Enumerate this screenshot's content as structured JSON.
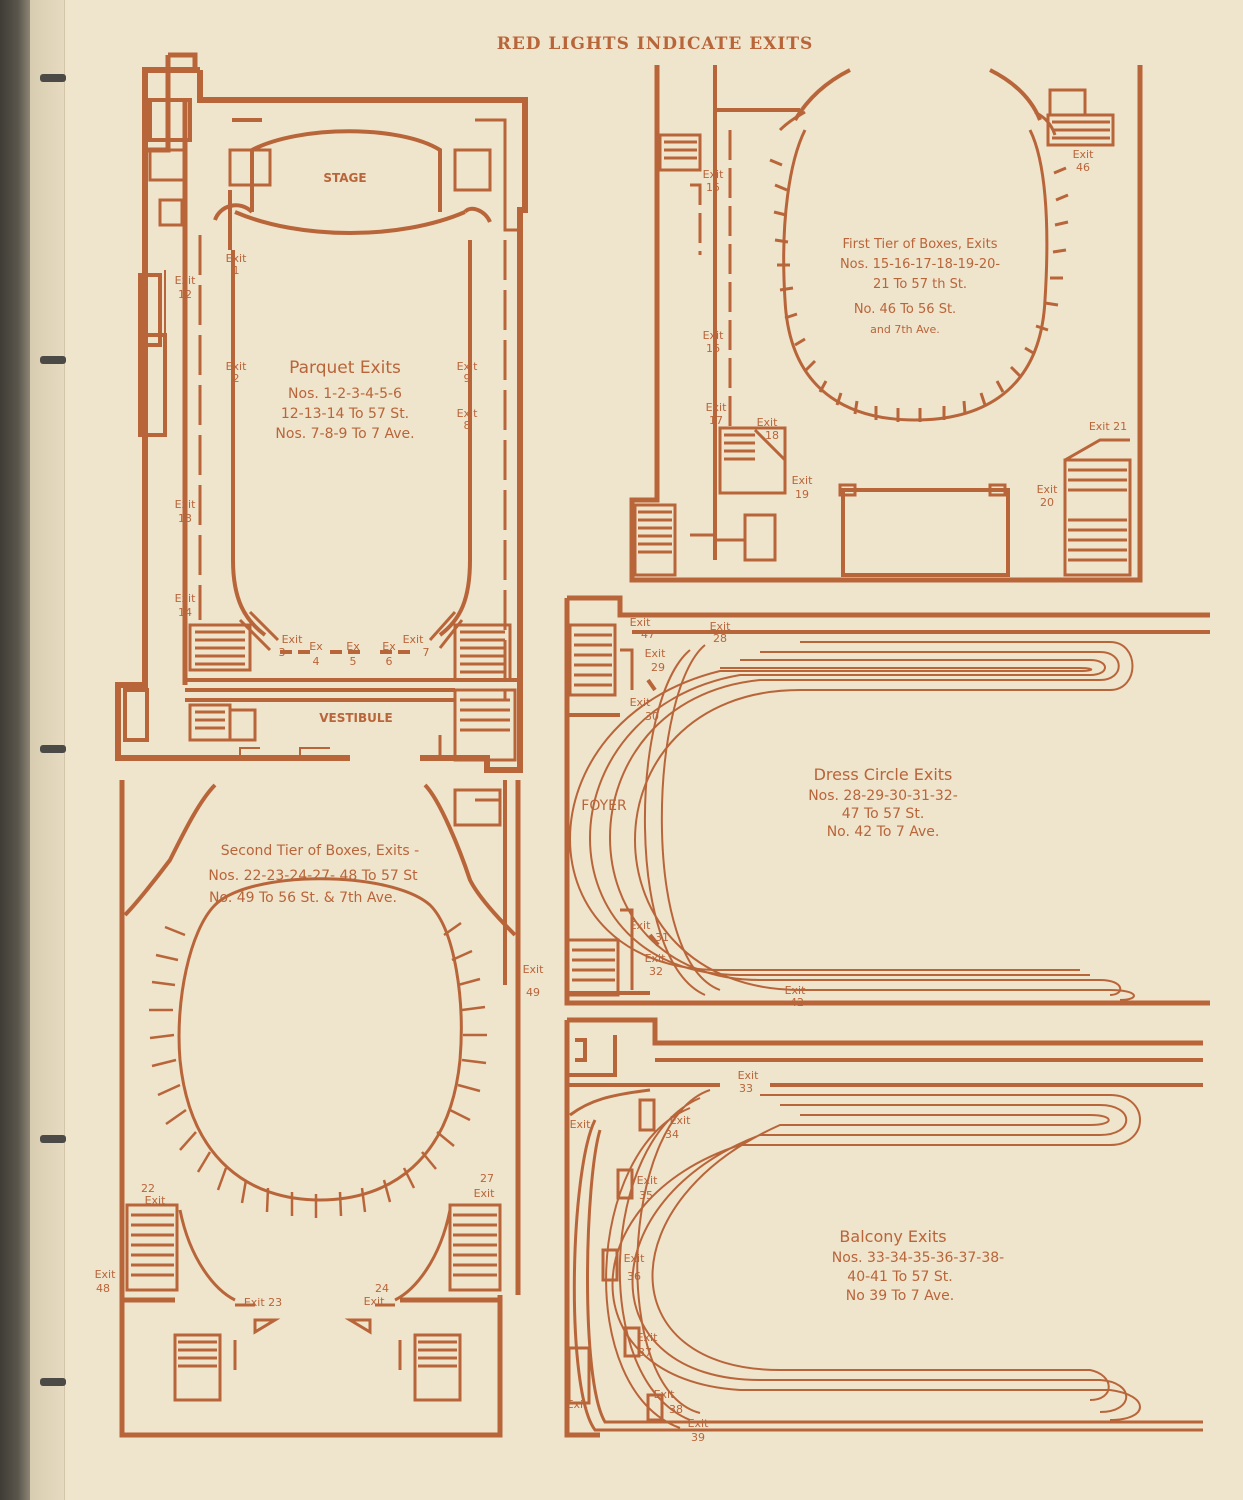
{
  "colors": {
    "ink": "#b9653a",
    "paper": "#efe4cc",
    "binding": "#3f3c36"
  },
  "header": "RED LIGHTS INDICATE EXITS",
  "parquet": {
    "stage": "STAGE",
    "vestibule": "VESTIBULE",
    "title": "Parquet Exits",
    "line1": "Nos. 1-2-3-4-5-6",
    "line2": "12-13-14 To 57 St.",
    "line3": "Nos. 7-8-9 To 7 Ave.",
    "exits": {
      "e1": [
        "Exit",
        "1"
      ],
      "e2": [
        "Exit",
        "2"
      ],
      "e9": [
        "Exit",
        "9"
      ],
      "e8": [
        "Exit",
        "8"
      ],
      "e12": [
        "Exit",
        "12"
      ],
      "e13": [
        "Exit",
        "13"
      ],
      "e14": [
        "Exit",
        "14"
      ],
      "e3": [
        "Exit",
        "3"
      ],
      "e4": [
        "Ex",
        "4"
      ],
      "e5": [
        "Ex",
        "5"
      ],
      "e6": [
        "Ex",
        "6"
      ],
      "e7": [
        "Exit",
        "7"
      ]
    }
  },
  "first_tier": {
    "line1": "First Tier of Boxes, Exits",
    "line2": "Nos. 15-16-17-18-19-20-",
    "line3": "21 To 57 th St.",
    "line4": "No. 46 To 56 St.",
    "line5": "and 7th Ave.",
    "exits": {
      "e15": [
        "Exit",
        "15"
      ],
      "e16": [
        "Exit",
        "16"
      ],
      "e17": [
        "Exit",
        "17"
      ],
      "e18": [
        "Exit",
        "18"
      ],
      "e19": [
        "Exit",
        "19"
      ],
      "e20": [
        "Exit",
        "20"
      ],
      "e21": "Exit 21",
      "e46": [
        "Exit",
        "46"
      ]
    }
  },
  "dress_circle": {
    "foyer": "FOYER",
    "title": "Dress Circle Exits",
    "line1": "Nos. 28-29-30-31-32-",
    "line2": "47 To 57 St.",
    "line3": "No. 42 To 7 Ave.",
    "exits": {
      "e47": [
        "Exit",
        "47"
      ],
      "e28": [
        "Exit",
        "28"
      ],
      "e29": [
        "Exit",
        "29"
      ],
      "e30": [
        "Exit",
        "30"
      ],
      "e31": [
        "Exit",
        "31"
      ],
      "e32": [
        "Exit",
        "32"
      ],
      "e42": [
        "Exit",
        "42"
      ]
    }
  },
  "second_tier": {
    "line1": "Second Tier of Boxes, Exits -",
    "line2": "Nos. 22-23-24-27- 48 To 57 St",
    "line3": "No. 49 To 56 St. & 7th Ave.",
    "exits": {
      "e49": [
        "Exit",
        "49"
      ],
      "e22": [
        "22",
        "Exit"
      ],
      "e27": [
        "27",
        "Exit"
      ],
      "e48": [
        "Exit",
        "48"
      ],
      "e23": "Exit 23",
      "e24": [
        "24",
        "Exit"
      ]
    }
  },
  "balcony": {
    "title": "Balcony Exits",
    "line1": "Nos. 33-34-35-36-37-38-",
    "line2": "40-41 To 57 St.",
    "line3": "No 39 To 7 Ave.",
    "exits": {
      "e33": [
        "Exit",
        "33"
      ],
      "e34": [
        "Exit",
        "34"
      ],
      "e35": [
        "Exit",
        "35"
      ],
      "e36": [
        "Exit",
        "36"
      ],
      "e37": [
        "Exit",
        "37"
      ],
      "e38": [
        "Exit",
        "38"
      ],
      "e39": [
        "Exit",
        "39"
      ],
      "left_top": "Exit",
      "left_bottom": "Exit"
    }
  }
}
